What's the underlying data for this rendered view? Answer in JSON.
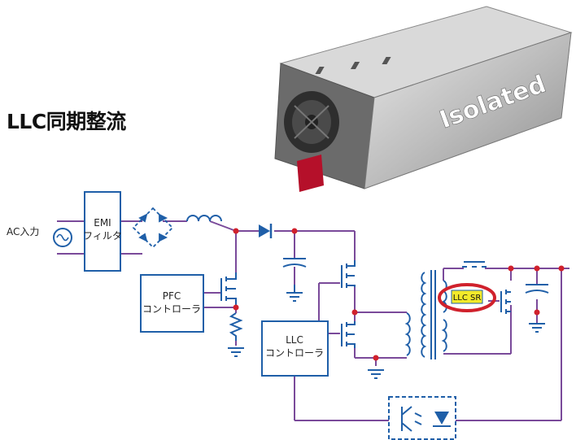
{
  "title": "LLC同期整流",
  "product_label": "Isolated",
  "labels": {
    "ac_input": "AC入力",
    "emi_line1": "EMI",
    "emi_line2": "フィルタ",
    "pfc_line1": "PFC",
    "pfc_line2": "コントローラ",
    "llc_line1": "LLC",
    "llc_line2": "コントローラ",
    "llc_sr": "LLC SR"
  },
  "colors": {
    "wire_purple": "#7a4a9a",
    "component_blue": "#1f5fa8",
    "junction_red": "#d0212c",
    "highlight_yellow": "#f3ea2a",
    "highlight_ring": "#d0212c"
  }
}
